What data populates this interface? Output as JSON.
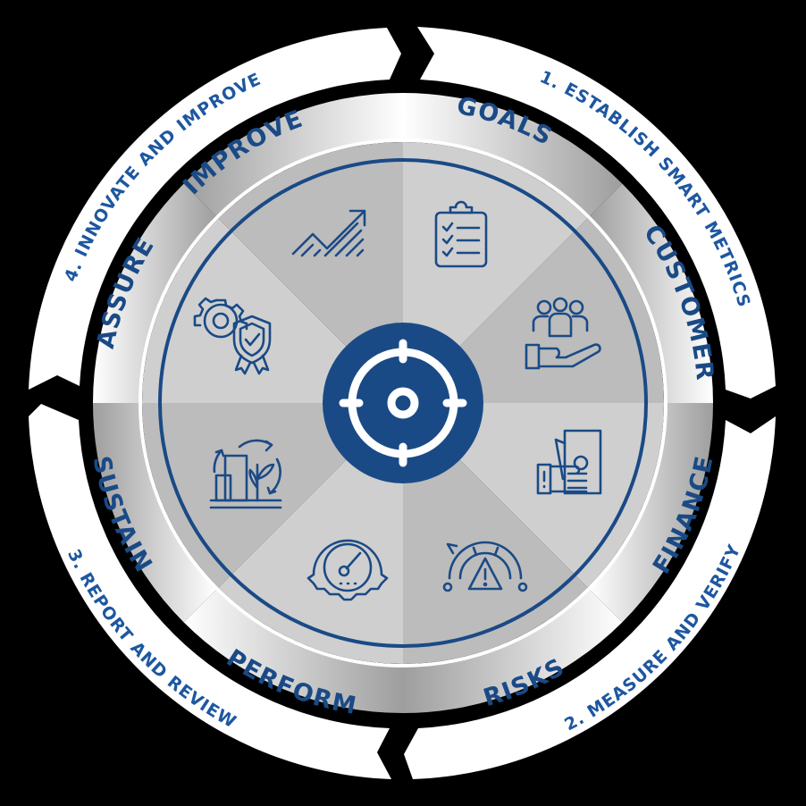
{
  "diagram": {
    "center": {
      "icon": "target-crosshair-icon",
      "color": "#1a4a86"
    },
    "colors": {
      "primary_blue": "#1a4a86",
      "ribbon_text_blue": "#1d57a0",
      "segment_light": "#cfcfcf",
      "segment_dark": "#bcbcbc",
      "ribbon": "#ffffff",
      "background": "#000000"
    },
    "phases": [
      {
        "label": "1. ESTABLISH SMART METRICS"
      },
      {
        "label": "2. MEASURE AND VERIFY"
      },
      {
        "label": "3. REPORT AND REVIEW"
      },
      {
        "label": "4. INNOVATE AND IMPROVE"
      }
    ],
    "segments": [
      {
        "label": "GOALS",
        "icon": "clipboard-checklist-icon"
      },
      {
        "label": "CUSTOMER",
        "icon": "customers-hand-icon"
      },
      {
        "label": "FINANCE",
        "icon": "money-hand-icon"
      },
      {
        "label": "RISKS",
        "icon": "risk-gauge-warning-icon"
      },
      {
        "label": "PERFORM",
        "icon": "performance-gauge-gear-icon"
      },
      {
        "label": "SUSTAIN",
        "icon": "sustainable-building-icon"
      },
      {
        "label": "ASSURE",
        "icon": "gear-shield-badge-icon"
      },
      {
        "label": "IMPROVE",
        "icon": "growth-chart-arrow-icon"
      }
    ]
  }
}
